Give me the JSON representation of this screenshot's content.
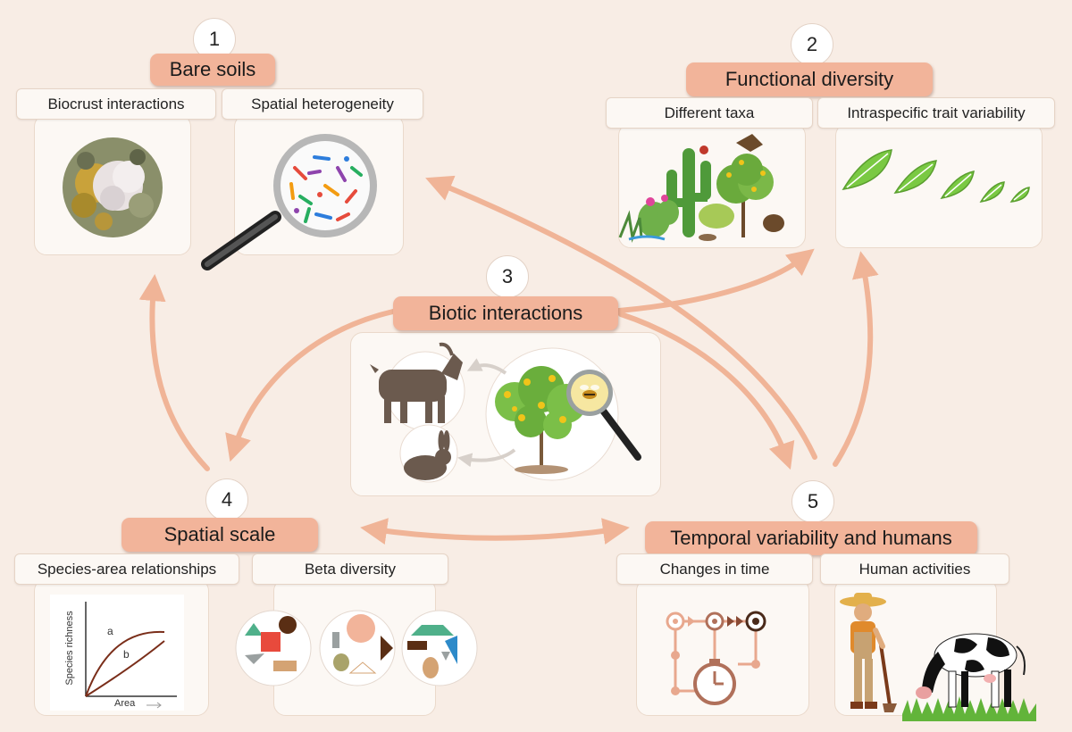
{
  "colors": {
    "background": "#f8ede5",
    "title_fill": "#f2b49a",
    "arrow": "#f0b497",
    "subtitle_fill": "#fcf8f4"
  },
  "nodes": [
    {
      "number": "1",
      "title": "Bare soils",
      "subtopics": [
        "Biocrust interactions",
        "Spatial heterogeneity"
      ]
    },
    {
      "number": "2",
      "title": "Functional diversity",
      "subtopics": [
        "Different taxa",
        "Intraspecific trait variability"
      ]
    },
    {
      "number": "3",
      "title": "Biotic interactions",
      "subtopics": []
    },
    {
      "number": "4",
      "title": "Spatial scale",
      "subtopics": [
        "Species-area relationships",
        "Beta diversity"
      ]
    },
    {
      "number": "5",
      "title": "Temporal variability and humans",
      "subtopics": [
        "Changes in time",
        "Human activities"
      ]
    }
  ],
  "species_area_chart": {
    "ylabel": "Species richness",
    "xlabel": "Area",
    "curve_labels": [
      "a",
      "b"
    ]
  },
  "icons": [
    "biocrust-photo",
    "magnifier-icon",
    "cactus-desert-icon",
    "leaf-icon",
    "goat-icon",
    "rabbit-icon",
    "shrub-icon",
    "bee-icon",
    "beta-diversity-icon",
    "timeline-icon",
    "clock-icon",
    "farmer-icon",
    "cow-icon"
  ]
}
